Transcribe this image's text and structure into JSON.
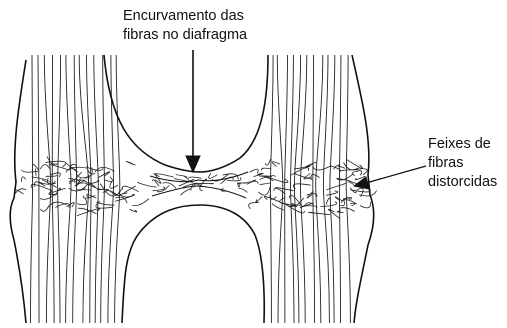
{
  "labels": {
    "top_line1": "Encurvamento das",
    "top_line2": "fibras no diafragma",
    "right_line1": "Feixes de",
    "right_line2": "fibras",
    "right_line3": "distorcidas"
  },
  "colors": {
    "ink": "#111111",
    "background": "#ffffff"
  }
}
